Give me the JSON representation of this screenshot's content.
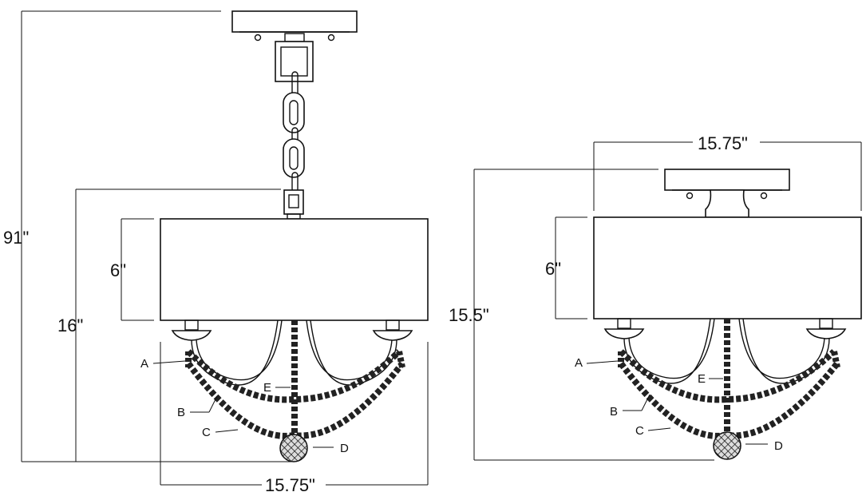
{
  "left_view": {
    "overall_height": "91\"",
    "body_height": "16\"",
    "shade_height": "6\"",
    "width": "15.75\"",
    "callouts": {
      "a": "A",
      "b": "B",
      "c": "C",
      "d": "D",
      "e": "E"
    }
  },
  "right_view": {
    "overall_height": "15.5\"",
    "shade_height": "6\"",
    "width": "15.75\"",
    "callouts": {
      "a": "A",
      "b": "B",
      "c": "C",
      "d": "D",
      "e": "E"
    }
  },
  "colors": {
    "line": "#111111",
    "background": "#ffffff"
  }
}
